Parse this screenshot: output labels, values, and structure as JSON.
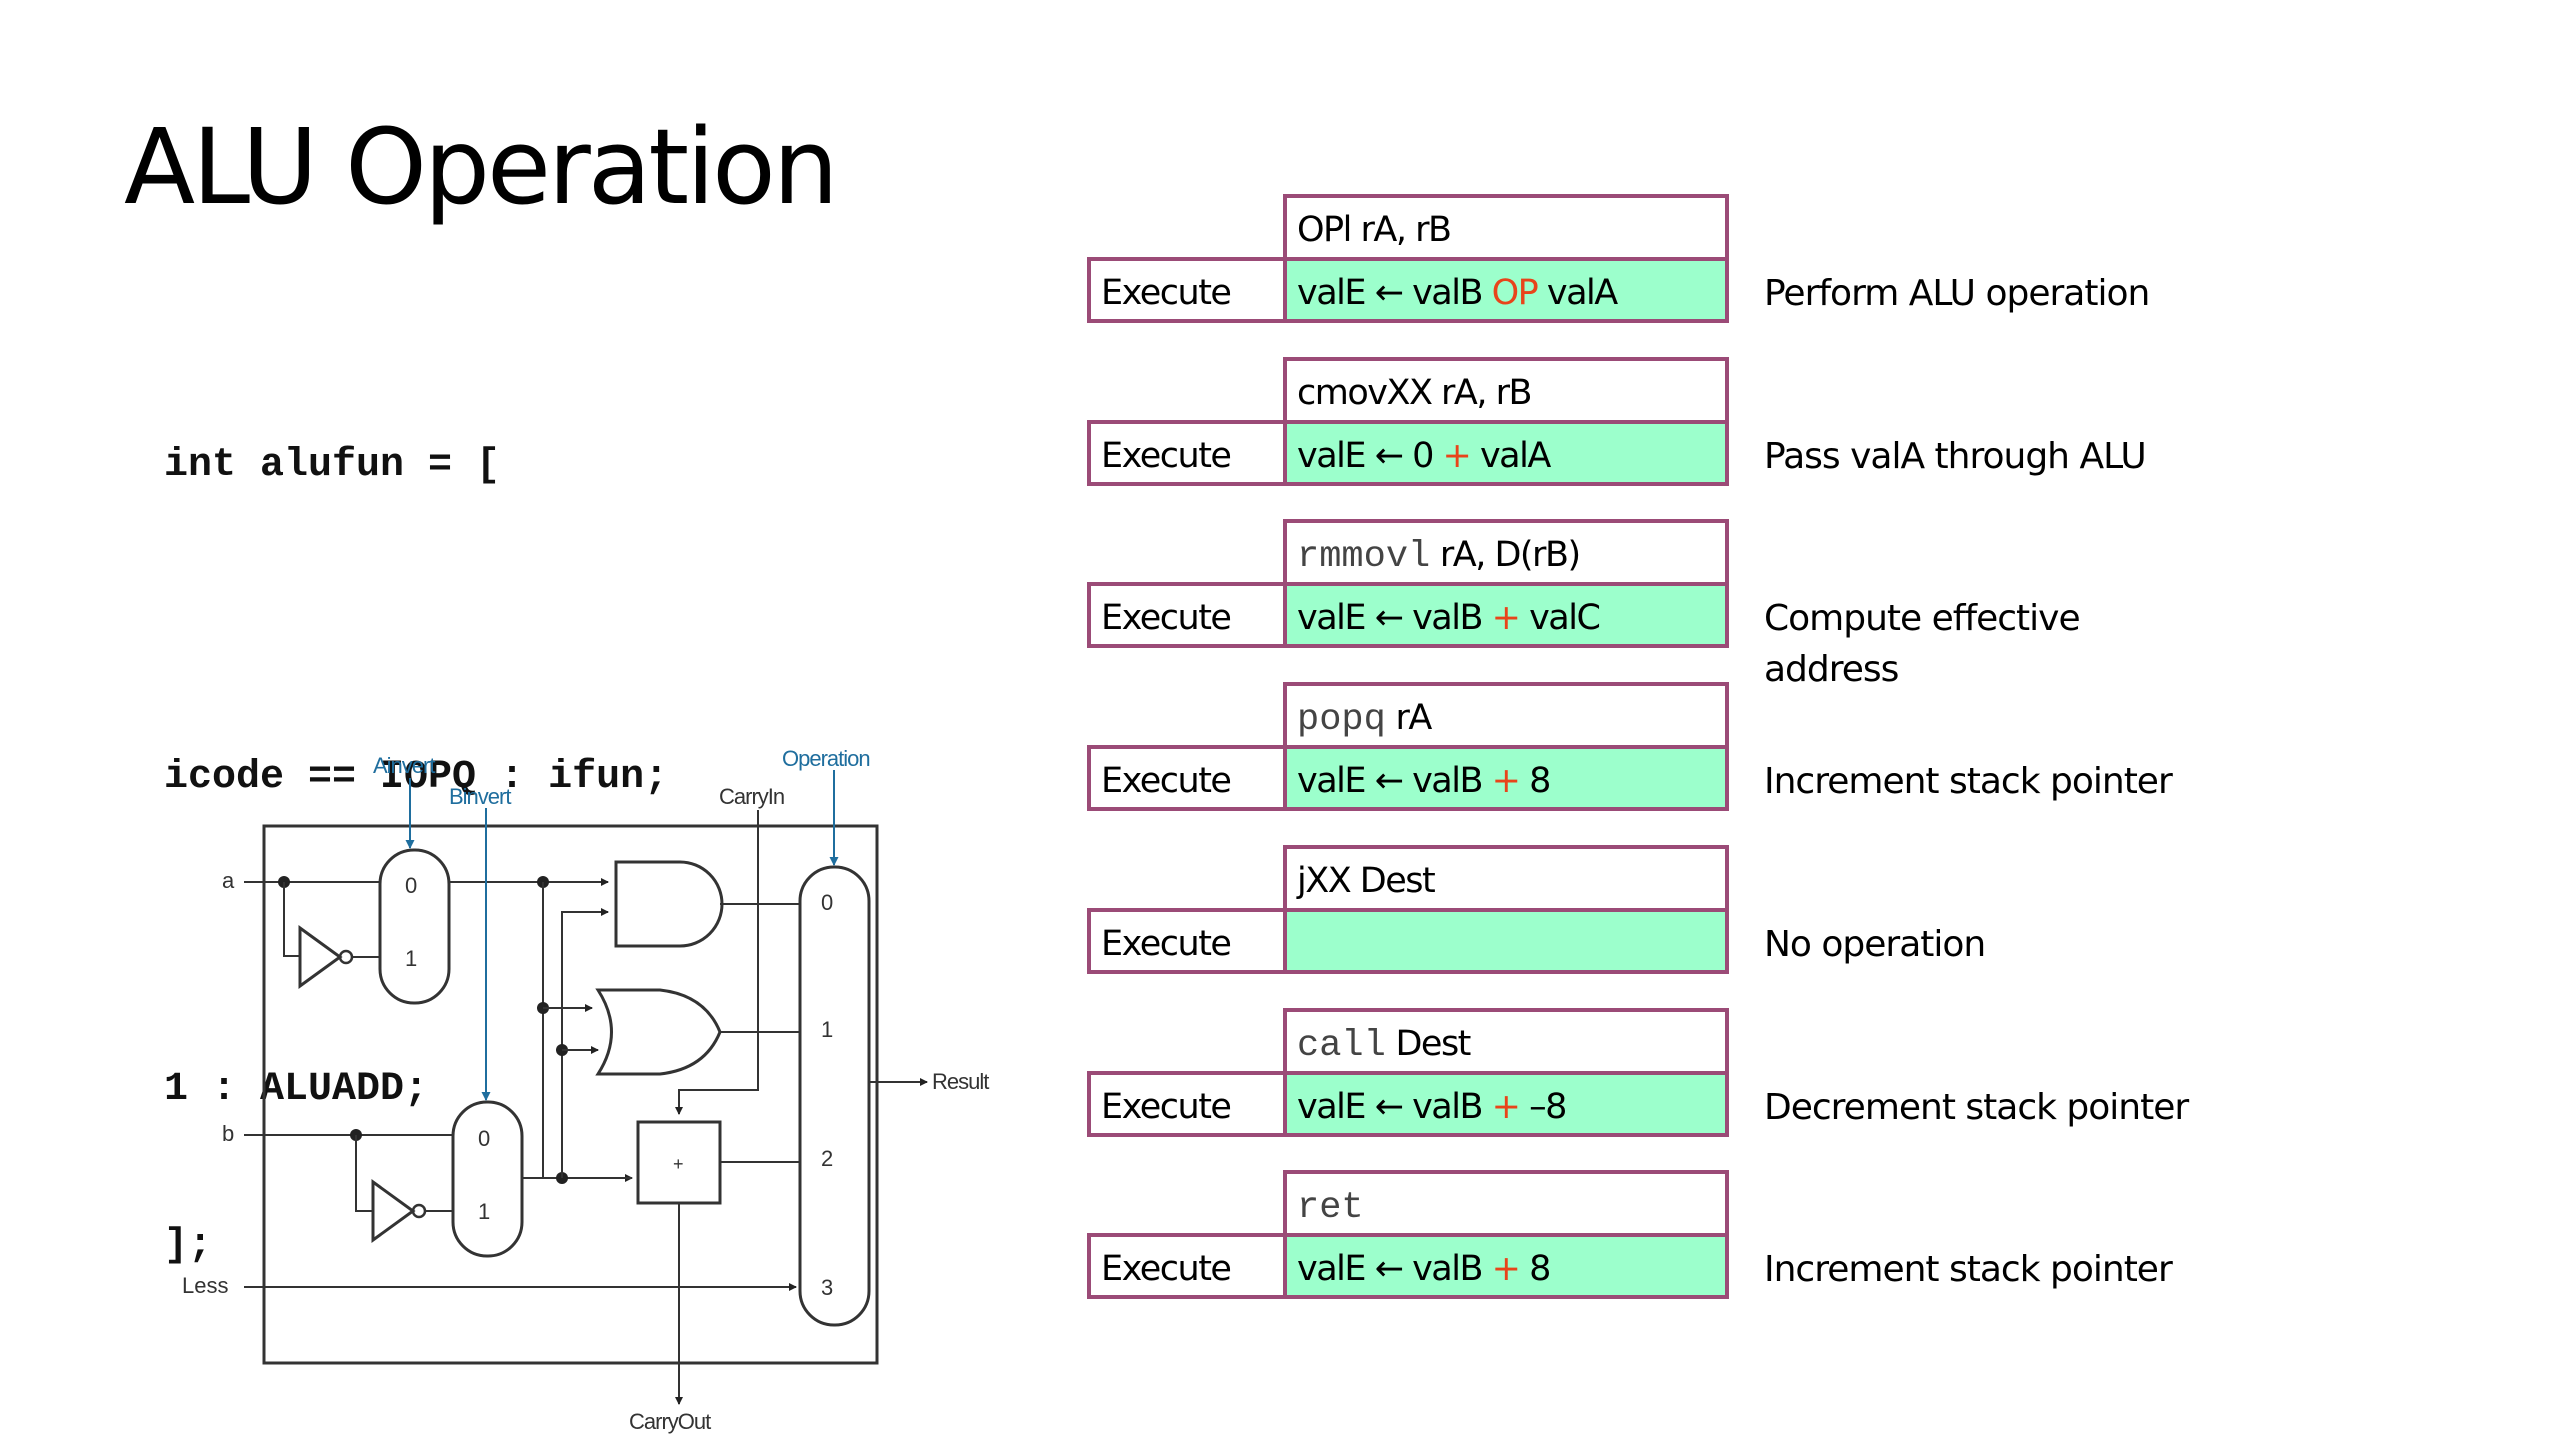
{
  "slide": {
    "title": "ALU Operation"
  },
  "code": {
    "lines": [
      "int alufun = [",
      "",
      "icode == IOPQ : ifun;",
      "",
      "1 : ALUADD;",
      "];"
    ]
  },
  "diagram": {
    "inputs": {
      "a": "a",
      "b": "b",
      "less": "Less"
    },
    "controls": {
      "ainvert": "Ainvert",
      "binvert": "Binvert",
      "carry_in": "CarryIn",
      "operation": "Operation"
    },
    "outputs": {
      "result": "Result",
      "carry_out": "CarryOut"
    },
    "mux_a_inputs": [
      "0",
      "1"
    ],
    "mux_b_inputs": [
      "0",
      "1"
    ],
    "mux_op_inputs": [
      "0",
      "1",
      "2",
      "3"
    ],
    "adder_symbol": "+",
    "control_color": "#1f6e9e"
  },
  "colors": {
    "cell_border": "#9b4b77",
    "compute_fill": "#9cffcc",
    "operator_highlight": "#e8441a"
  },
  "stages": [
    {
      "instr_mono": "",
      "instr_text": "OPl rA, rB",
      "stage": "Execute",
      "expr": [
        {
          "t": "valE ← valB "
        },
        {
          "t": "OP",
          "hl": true
        },
        {
          "t": " valA"
        }
      ],
      "desc": "Perform ALU operation"
    },
    {
      "instr_mono": "",
      "instr_text": "cmovXX rA, rB",
      "stage": "Execute",
      "expr": [
        {
          "t": "valE ← 0 "
        },
        {
          "t": "+",
          "hl": true
        },
        {
          "t": " valA"
        }
      ],
      "desc": "Pass valA through ALU"
    },
    {
      "instr_mono": "rmmovl",
      "instr_text": " rA, D(rB)",
      "stage": "Execute",
      "expr": [
        {
          "t": "valE ← valB "
        },
        {
          "t": "+",
          "hl": true
        },
        {
          "t": " valC"
        }
      ],
      "desc": "Compute effective\naddress"
    },
    {
      "instr_mono": "popq",
      "instr_text": " rA",
      "stage": "Execute",
      "expr": [
        {
          "t": "valE ← valB "
        },
        {
          "t": "+",
          "hl": true
        },
        {
          "t": " 8"
        }
      ],
      "desc": "Increment stack pointer"
    },
    {
      "instr_mono": "",
      "instr_text": "jXX Dest",
      "stage": "Execute",
      "expr": [],
      "desc": "No operation"
    },
    {
      "instr_mono": "call",
      "instr_text": " Dest",
      "stage": "Execute",
      "expr": [
        {
          "t": "valE ← valB "
        },
        {
          "t": "+",
          "hl": true
        },
        {
          "t": " –8"
        }
      ],
      "desc": "Decrement stack pointer"
    },
    {
      "instr_mono": "ret",
      "instr_text": "",
      "stage": "Execute",
      "expr": [
        {
          "t": "valE ← valB "
        },
        {
          "t": "+",
          "hl": true
        },
        {
          "t": " 8"
        }
      ],
      "desc": "Increment stack pointer"
    }
  ]
}
